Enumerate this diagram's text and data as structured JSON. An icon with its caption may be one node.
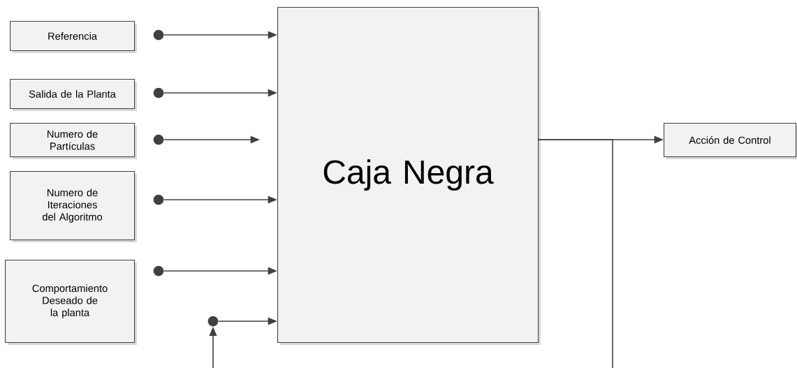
{
  "diagram": {
    "nodes": [
      {
        "text": [
          "Referencia"
        ]
      },
      {
        "text": [
          "Salida de la Planta"
        ]
      },
      {
        "text": [
          "Numero de Partículas"
        ]
      },
      {
        "text": [
          "Numero de Iteraciones del Algoritmo"
        ]
      },
      {
        "text": [
          "Comportamiento Deseado de la planta"
        ]
      },
      {
        "text": [
          "Caja Negra"
        ]
      },
      {
        "text": [
          "Acción de Control"
        ]
      },
      {
        "text": [],
        "shape": "circle"
      },
      {
        "text": [],
        "shape": "circle"
      },
      {
        "text": [],
        "shape": "circle"
      },
      {
        "text": [],
        "shape": "circle"
      },
      {
        "text": [],
        "shape": "circle"
      },
      {
        "text": [],
        "shape": "circle"
      }
    ],
    "edges": [
      {
        "from": 7,
        "to": 5,
        "arrow": "to"
      },
      {
        "from": 8,
        "to": 5,
        "arrow": "to"
      },
      {
        "from": 9,
        "to": 5,
        "arrow": "to"
      },
      {
        "from": 10,
        "to": 5,
        "arrow": "to"
      },
      {
        "from": 11,
        "to": 5,
        "arrow": "to"
      },
      {
        "from": null,
        "to": 12,
        "arrow": "to"
      },
      {
        "from": 12,
        "to": 5,
        "arrow": "to"
      },
      {
        "from": 5,
        "to": 6,
        "arrow": "to"
      },
      {
        "from": 5,
        "to": null,
        "arrow": "none"
      }
    ]
  }
}
